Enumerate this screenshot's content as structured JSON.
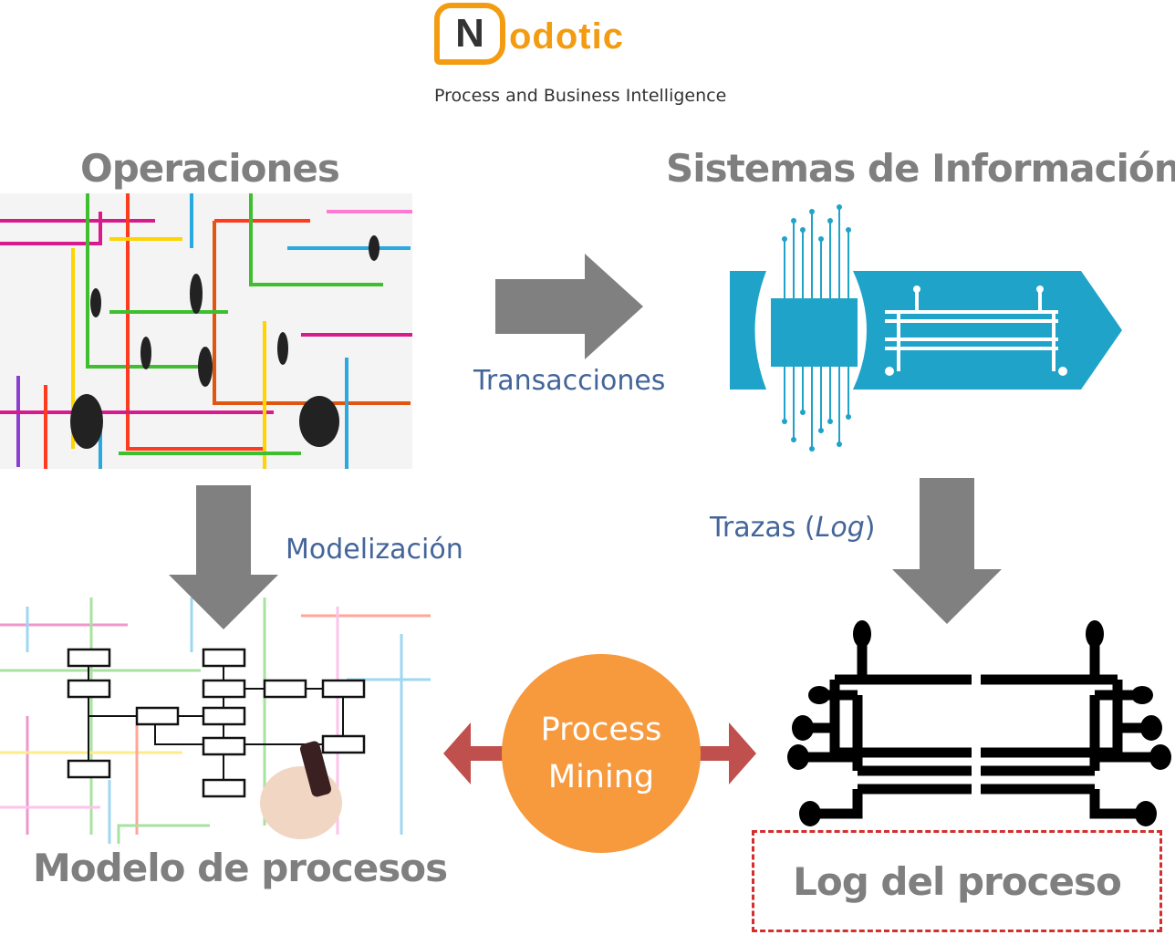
{
  "logo": {
    "letter": "N",
    "rest": "odotic",
    "tagline": "Process  and Business Intelligence"
  },
  "headings": {
    "operaciones": "Operaciones",
    "sistemas": "Sistemas de Información",
    "modelo": "Modelo de procesos",
    "log": "Log del proceso"
  },
  "labels": {
    "transacciones": "Transacciones",
    "modelizacion": "Modelización",
    "trazas_prefix": "Trazas (",
    "trazas_italic": "Log",
    "trazas_suffix": ")"
  },
  "process_mining": {
    "line1": "Process",
    "line2": "Mining"
  },
  "colors": {
    "orange": "#f39c12",
    "heading_gray": "#7f7f7f",
    "label_blue": "#44659a",
    "arrow_gray": "#808080",
    "circle_orange": "#f7993d",
    "red_arrow": "#c0504d",
    "chip_blue": "#1fa3c9",
    "dash_red": "#d32f2f"
  }
}
